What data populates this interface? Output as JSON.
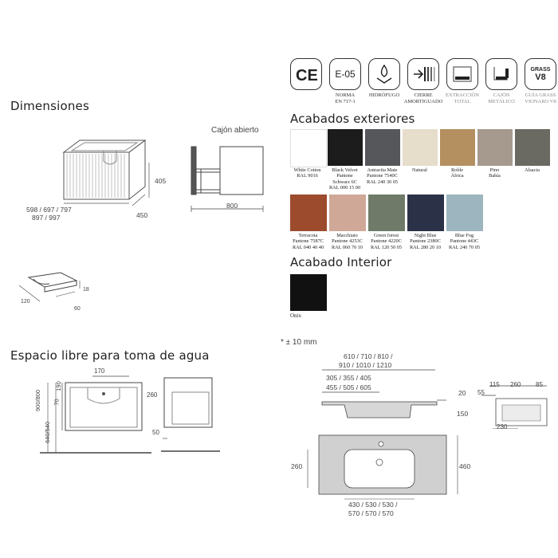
{
  "headings": {
    "dimensiones": "Dimensiones",
    "acabados_exteriores": "Acabados exteriores",
    "acabado_interior": "Acabado Interior",
    "espacio_libre": "Espacio libre para toma de agua"
  },
  "note_tolerance": "* ± 10 mm",
  "certifications": [
    {
      "icon": "ce-mark-icon",
      "badge": "CE",
      "caption": [
        "",
        ""
      ]
    },
    {
      "icon": "e05-badge-icon",
      "badge": "E-05",
      "caption": [
        "NORMA",
        "EN 717-1"
      ]
    },
    {
      "icon": "water-drop-icon",
      "badge": "",
      "caption": [
        "HIDRÓFUGO",
        ""
      ]
    },
    {
      "icon": "soft-close-icon",
      "badge": "",
      "caption": [
        "CIERRE",
        "AMORTIGUADO"
      ]
    },
    {
      "icon": "full-extension-icon",
      "badge": "",
      "caption": [
        "EXTRACCIÓN",
        "TOTAL"
      ]
    },
    {
      "icon": "metal-drawer-icon",
      "badge": "",
      "caption": [
        "CAJÓN",
        "METÁLICO"
      ]
    },
    {
      "icon": "grass-v8-icon",
      "badge": "GRASS",
      "badge2": "V8",
      "caption": [
        "GUÍA GRASS",
        "VIONARO V8"
      ]
    }
  ],
  "colors": {
    "white_cotton": "#ffffff",
    "black_velvet": "#1c1c1c",
    "antracita": "#55575a",
    "natural": "#e6ddcb",
    "roble_africa": "#b48f60",
    "pino_bahia": "#a59a8d",
    "alsacia": "#6b6a62",
    "terracota": "#9c4b2c",
    "macchiato": "#cfa898",
    "green_forest": "#6f7b68",
    "night_blue": "#2b3147",
    "blue_fog": "#9db5bf",
    "onix": "#111111"
  },
  "exterior_finishes_row1": [
    {
      "color_key": "white_cotton",
      "lines": [
        "White Cotton",
        "RAL 9016",
        ""
      ]
    },
    {
      "color_key": "black_velvet",
      "lines": [
        "Black Velvet",
        "Pantone",
        "Schwarz 6C",
        "RAL 000 15 00"
      ]
    },
    {
      "color_key": "antracita",
      "lines": [
        "Antracita Mate",
        "Pantone 7540C",
        "RAL 240 30 05"
      ]
    },
    {
      "color_key": "natural",
      "lines": [
        "Natural"
      ]
    },
    {
      "color_key": "roble_africa",
      "lines": [
        "Roble",
        "África"
      ]
    },
    {
      "color_key": "pino_bahia",
      "lines": [
        "Pino",
        "Bahía"
      ]
    },
    {
      "color_key": "alsacia",
      "lines": [
        "Alsacia"
      ]
    }
  ],
  "exterior_finishes_row2": [
    {
      "color_key": "terracota",
      "lines": [
        "Terracota",
        "Pantone 7587C",
        "RAL 040 40 40"
      ]
    },
    {
      "color_key": "macchiato",
      "lines": [
        "Macchiato",
        "Pantone 4253C",
        "RAL 060 70 10"
      ]
    },
    {
      "color_key": "green_forest",
      "lines": [
        "Green forest",
        "Pantone 4220C",
        "RAL 120 50 05"
      ]
    },
    {
      "color_key": "night_blue",
      "lines": [
        "Night Blue",
        "Pantone 2380C",
        "RAL 280 20 10"
      ]
    },
    {
      "color_key": "blue_fog",
      "lines": [
        "Blue Fog",
        "Pantone 443C",
        "RAL 240 70 05"
      ]
    }
  ],
  "interior_finish": {
    "color_key": "onix",
    "label": "Onix"
  },
  "drawings": {
    "cabinet": {
      "widths_line1": "598 / 697 / 797",
      "widths_line2": "897 / 997",
      "height": "405",
      "depth": "450"
    },
    "drawer": {
      "title": "Cajón abierto",
      "open_depth": "800"
    },
    "handle": {
      "length": "120",
      "depth": "60",
      "height": "18"
    },
    "water_front": {
      "width": "170",
      "top_offset": "190",
      "second_offset": "70",
      "floor_heights": "900/800",
      "floor_heights_2": "640/540"
    },
    "water_side": {
      "height": "260",
      "offset": "50"
    },
    "basin_section": {
      "overall_line1": "610 / 710 / 810 /",
      "overall_line2": "910 / 1010 / 1210",
      "inner_line1": "305 / 355 / 405",
      "inner_line2": "455 / 505 / 605",
      "top_thickness": "20",
      "bowl_depth": "150"
    },
    "basin_plan": {
      "bowl_line1": "430 / 530 / 530 /",
      "bowl_line2": "570 / 570 / 570",
      "bowl_depth": "260",
      "total_depth": "460"
    },
    "basin_side": {
      "d1": "115",
      "d2": "260",
      "d3": "85",
      "d4": "55",
      "d5": "230"
    }
  }
}
